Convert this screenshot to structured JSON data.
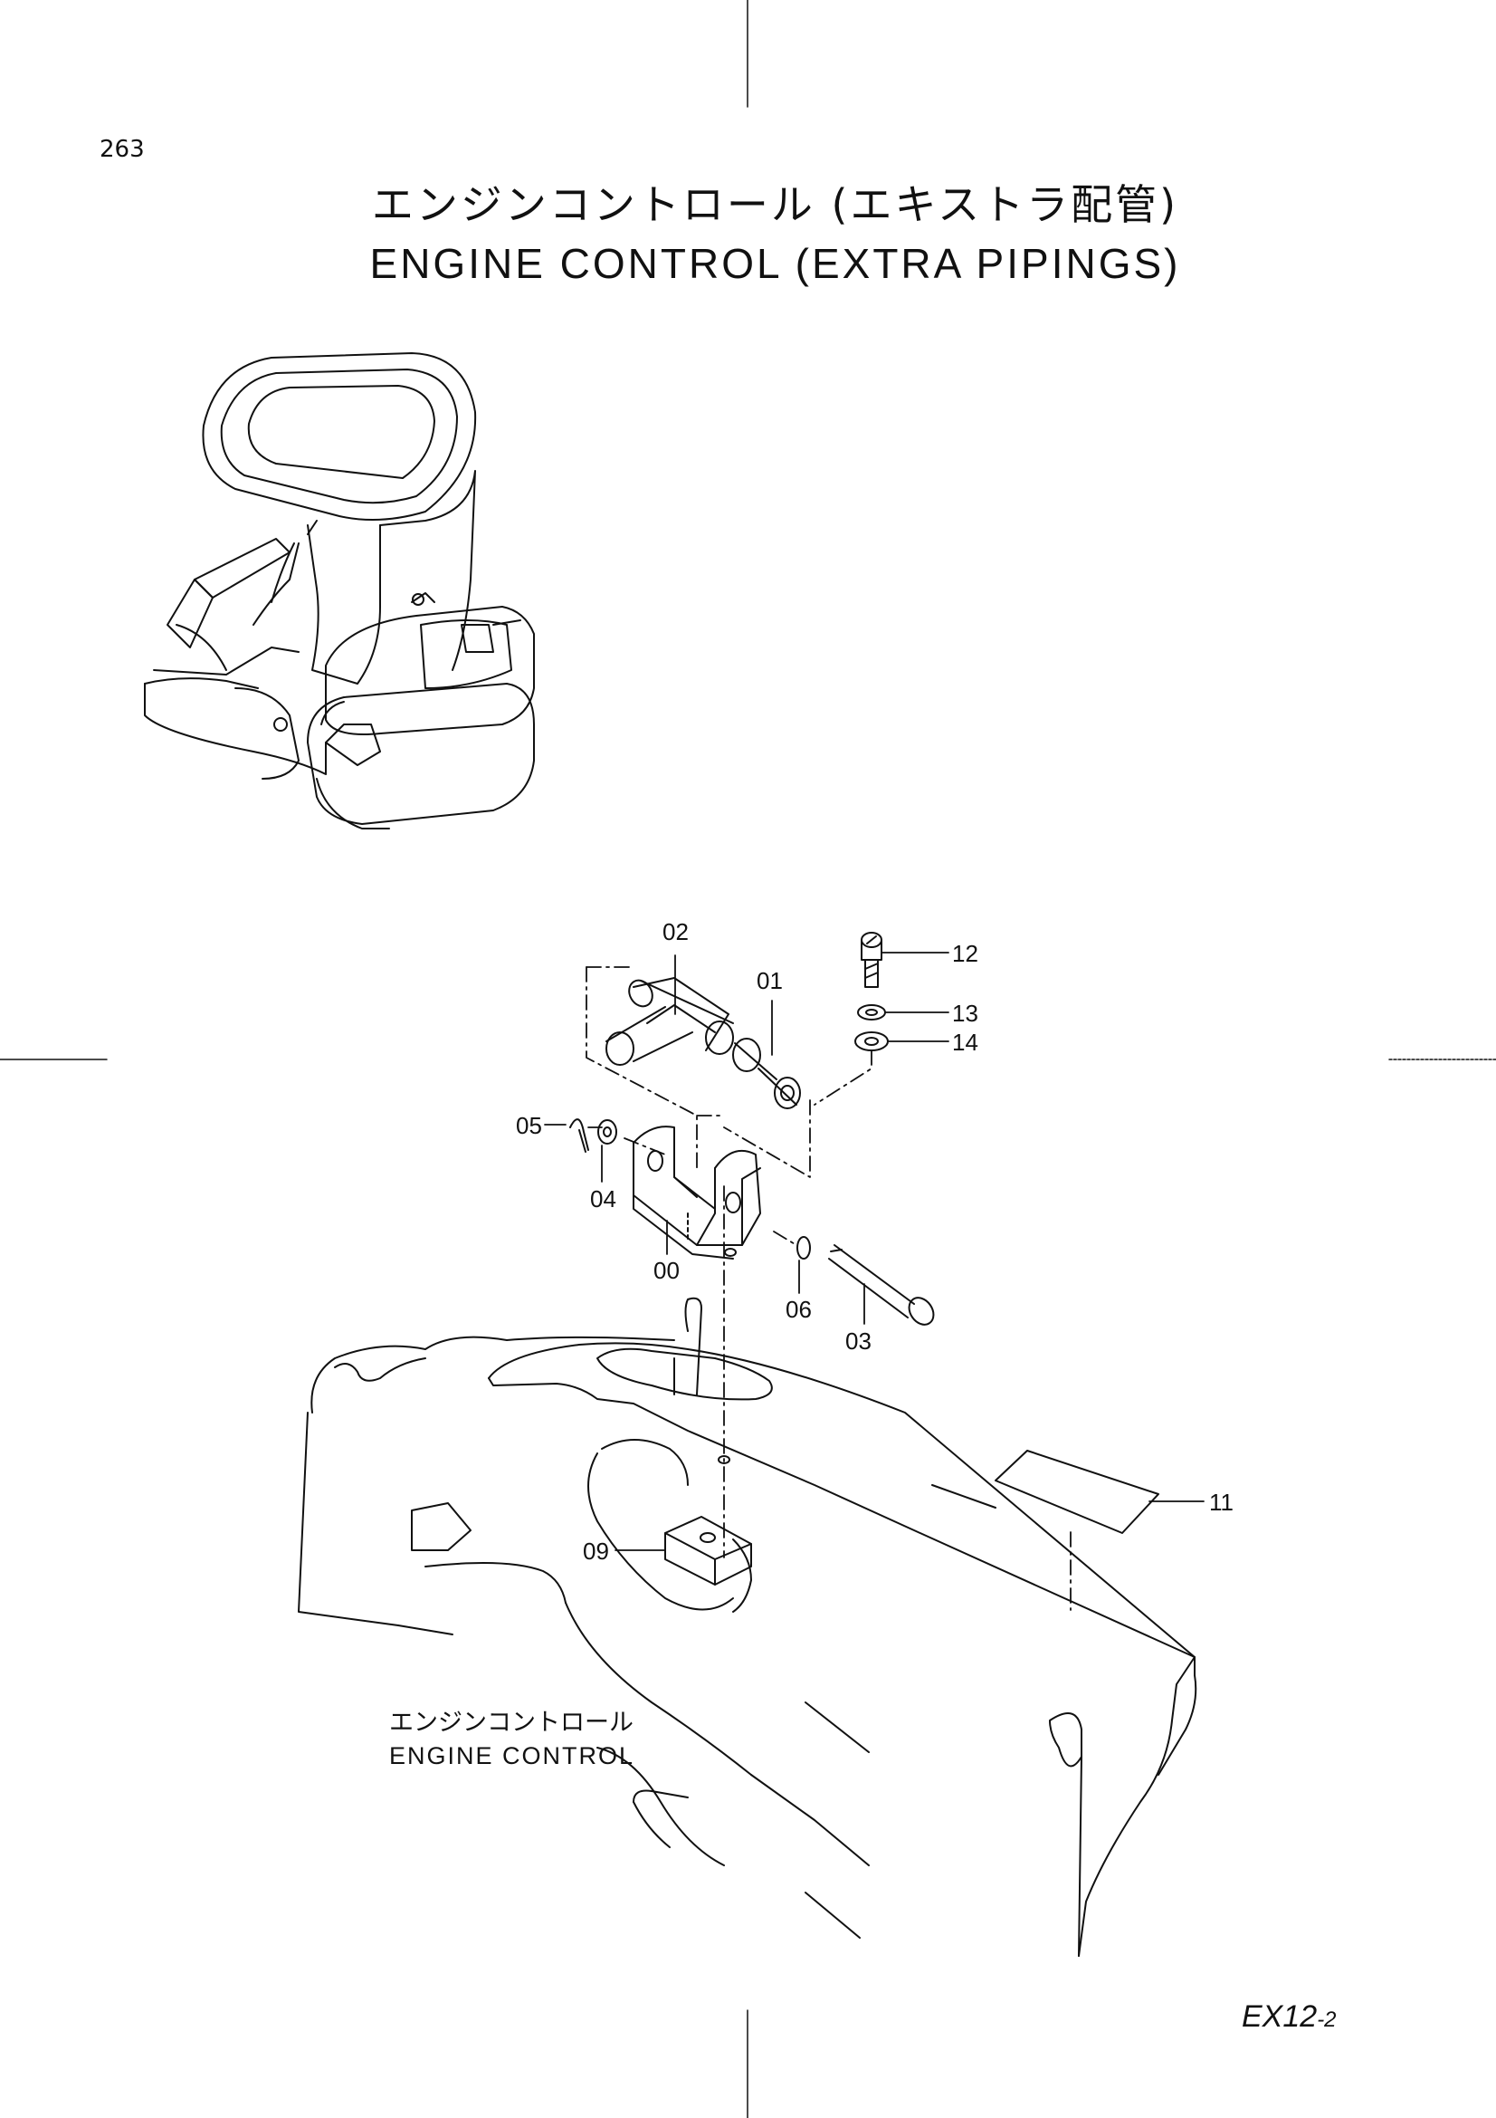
{
  "page": {
    "page_number": "263",
    "title_jp": "エンジンコントロール (エキストラ配管)",
    "title_en": "ENGINE CONTROL (EXTRA PIPINGS)",
    "caption_jp": "エンジンコントロール",
    "caption_en": "ENGINE CONTROL",
    "model_code": "EX12",
    "model_code_suffix": "-2"
  },
  "parts": [
    {
      "id": "00",
      "label": "00"
    },
    {
      "id": "01",
      "label": "01"
    },
    {
      "id": "02",
      "label": "02"
    },
    {
      "id": "03",
      "label": "03"
    },
    {
      "id": "04",
      "label": "04"
    },
    {
      "id": "05",
      "label": "05"
    },
    {
      "id": "06",
      "label": "06"
    },
    {
      "id": "09",
      "label": "09"
    },
    {
      "id": "11",
      "label": "11"
    },
    {
      "id": "12",
      "label": "12"
    },
    {
      "id": "13",
      "label": "13"
    },
    {
      "id": "14",
      "label": "14"
    }
  ]
}
